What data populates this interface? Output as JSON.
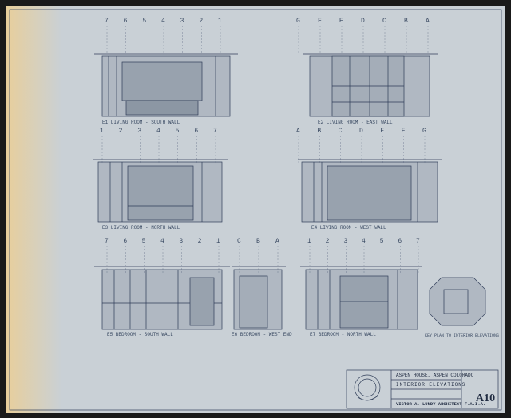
{
  "sheet": {
    "number": "A10",
    "title_block": {
      "project": "ASPEN HOUSE, ASPEN COLORADO",
      "sheet_title": "INTERIOR ELEVATIONS",
      "architect": "VICTOR A. LUNDY ARCHITECT F.A.I.A."
    }
  },
  "drawings": [
    {
      "id": "e1",
      "caption": "E1 LIVING ROOM - SOUTH WALL"
    },
    {
      "id": "e2",
      "caption": "E2 LIVING ROOM - EAST WALL"
    },
    {
      "id": "e3",
      "caption": "E3 LIVING ROOM - NORTH WALL"
    },
    {
      "id": "e4",
      "caption": "E4 LIVING ROOM - WEST WALL"
    },
    {
      "id": "e5",
      "caption": "E5 BEDROOM - SOUTH WALL"
    },
    {
      "id": "e6",
      "caption": "E6 BEDROOM - WEST END"
    },
    {
      "id": "e7",
      "caption": "E7 BEDROOM - NORTH WALL"
    },
    {
      "id": "key",
      "caption": "KEY PLAN TO INTERIOR ELEVATIONS"
    }
  ],
  "grid_labels": {
    "e1": [
      "7",
      "6",
      "5",
      "4",
      "3",
      "2",
      "1"
    ],
    "e2": [
      "G",
      "F",
      "E",
      "D",
      "C",
      "B",
      "A"
    ],
    "e3": [
      "1",
      "2",
      "3",
      "4",
      "5",
      "6",
      "7"
    ],
    "e4": [
      "A",
      "B",
      "C",
      "D",
      "E",
      "F",
      "G"
    ],
    "e5": [
      "7",
      "6",
      "5",
      "4",
      "3",
      "2",
      "1"
    ],
    "e6": [
      "C",
      "B",
      "A"
    ],
    "e7": [
      "1",
      "2",
      "3",
      "4",
      "5",
      "6",
      "7"
    ]
  }
}
